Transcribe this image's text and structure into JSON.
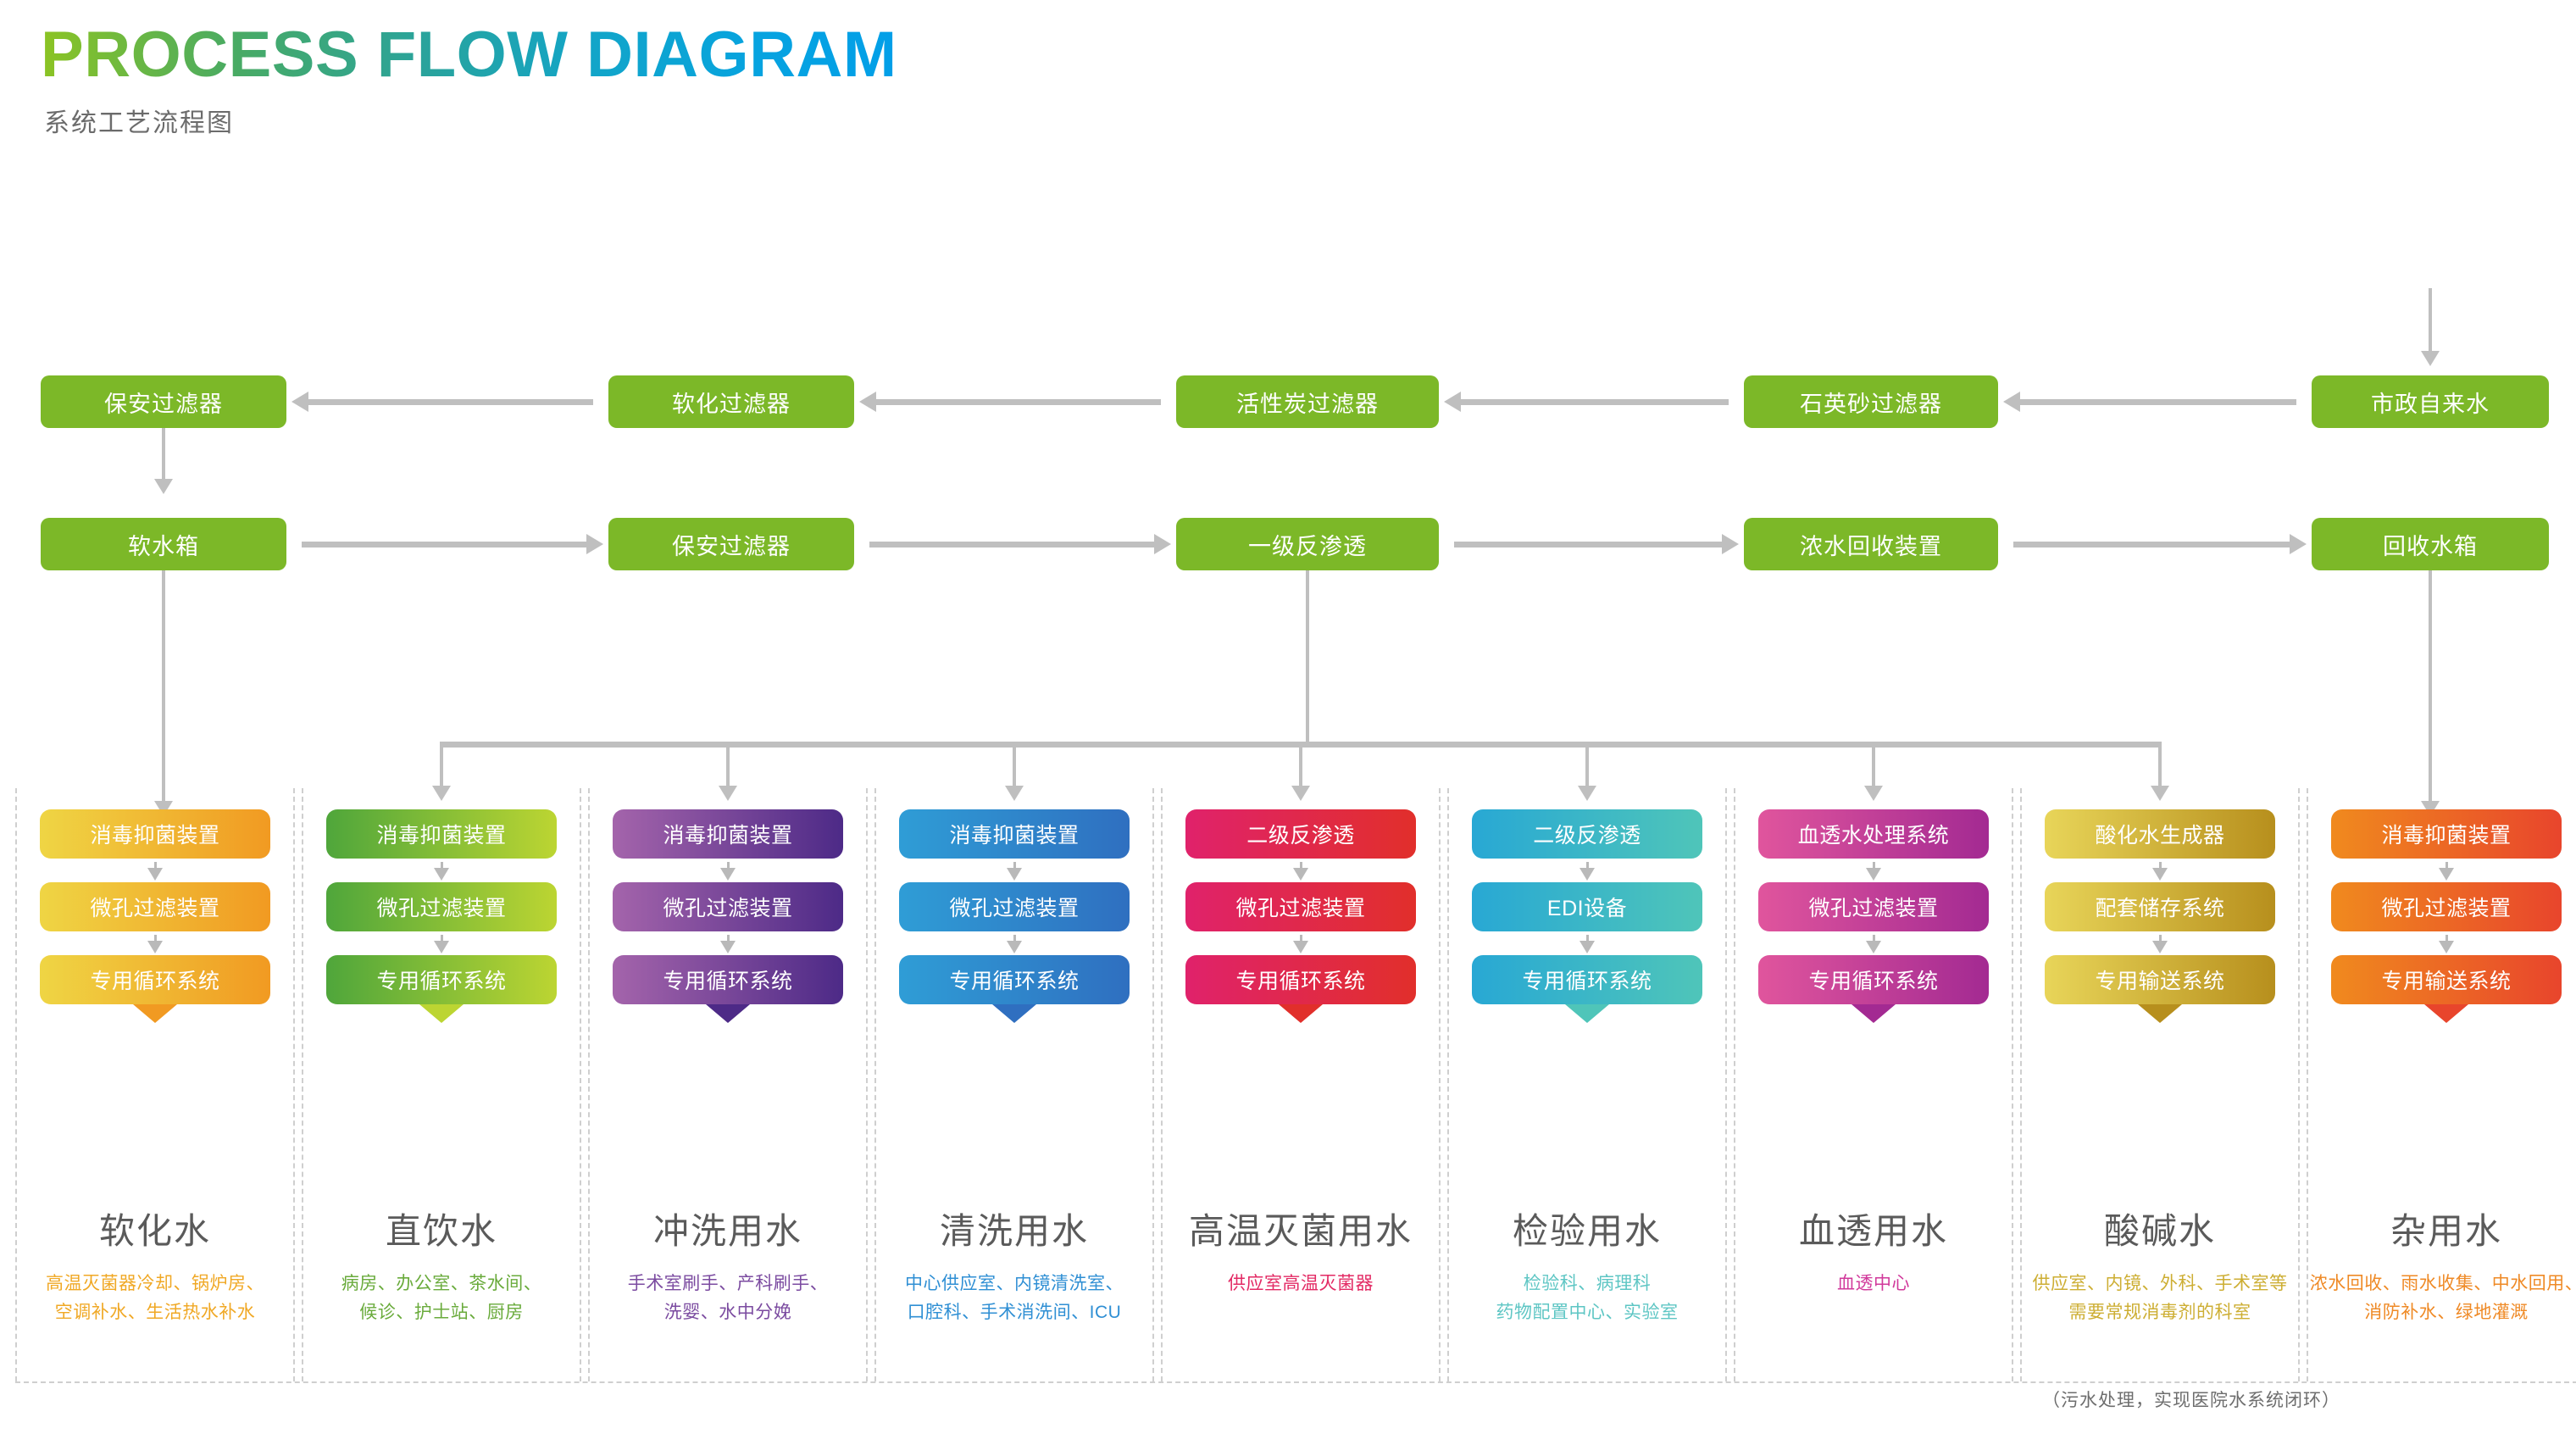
{
  "header": {
    "title": "PROCESS FLOW DIAGRAM",
    "subtitle": "系统工艺流程图"
  },
  "colors": {
    "green": "#7cb828",
    "connector": "#bfbfbf",
    "title_gradient_start": "#8cc423",
    "title_gradient_end": "#029fe8",
    "subtitle": "#6b6b6b",
    "column_title": "#5a5a5a",
    "divider": "#cfcfcf"
  },
  "row1": {
    "direction": "right-to-left",
    "boxes": [
      {
        "label": "保安过滤器"
      },
      {
        "label": "软化过滤器"
      },
      {
        "label": "活性炭过滤器"
      },
      {
        "label": "石英砂过滤器"
      },
      {
        "label": "市政自来水"
      }
    ]
  },
  "row2": {
    "direction": "left-to-right",
    "boxes": [
      {
        "label": "软水箱"
      },
      {
        "label": "保安过滤器"
      },
      {
        "label": "一级反渗透"
      },
      {
        "label": "浓水回收装置"
      },
      {
        "label": "回收水箱"
      }
    ]
  },
  "columns": [
    {
      "id": "softened-water",
      "steps": [
        "消毒抑菌装置",
        "微孔过滤装置",
        "专用循环系统"
      ],
      "title": "软化水",
      "desc": [
        "高温灭菌器冷却、锅炉房、",
        "空调补水、生活热水补水"
      ],
      "grad_from": "#efd544",
      "grad_to": "#f19a22",
      "desc_color": "#f0a825"
    },
    {
      "id": "direct-drinking-water",
      "steps": [
        "消毒抑菌装置",
        "微孔过滤装置",
        "专用循环系统"
      ],
      "title": "直饮水",
      "desc": [
        "病房、办公室、茶水间、",
        "候诊、护士站、厨房"
      ],
      "grad_from": "#4fa63b",
      "grad_to": "#bcd532",
      "desc_color": "#6aab3c"
    },
    {
      "id": "flush-water",
      "steps": [
        "消毒抑菌装置",
        "微孔过滤装置",
        "专用循环系统"
      ],
      "title": "冲洗用水",
      "desc": [
        "手术室刷手、产科刷手、",
        "洗婴、水中分娩"
      ],
      "grad_from": "#a464ab",
      "grad_to": "#4d2a87",
      "desc_color": "#7b4ba0"
    },
    {
      "id": "cleaning-water",
      "steps": [
        "消毒抑菌装置",
        "微孔过滤装置",
        "专用循环系统"
      ],
      "title": "清洗用水",
      "desc": [
        "中心供应室、内镜清洗室、",
        "口腔科、手术消洗间、ICU"
      ],
      "grad_from": "#2f9dd6",
      "grad_to": "#2f6fc0",
      "desc_color": "#2f8fd4"
    },
    {
      "id": "high-temp-sterilization-water",
      "steps": [
        "二级反渗透",
        "微孔过滤装置",
        "专用循环系统"
      ],
      "title": "高温灭菌用水",
      "desc": [
        "供应室高温灭菌器"
      ],
      "grad_from": "#e0226b",
      "grad_to": "#e12f2b",
      "desc_color": "#e32a64"
    },
    {
      "id": "laboratory-water",
      "steps": [
        "二级反渗透",
        "EDI设备",
        "专用循环系统"
      ],
      "title": "检验用水",
      "desc": [
        "检验科、病理科",
        "药物配置中心、实验室"
      ],
      "grad_from": "#28a8d4",
      "grad_to": "#4fc5b9",
      "desc_color": "#5ec6c4"
    },
    {
      "id": "hemodialysis-water",
      "steps": [
        "血透水处理系统",
        "微孔过滤装置",
        "专用循环系统"
      ],
      "title": "血透用水",
      "desc": [
        "血透中心"
      ],
      "grad_from": "#e0559d",
      "grad_to": "#a32a92",
      "desc_color": "#d1399b"
    },
    {
      "id": "acid-alkali-water",
      "steps": [
        "酸化水生成器",
        "配套储存系统",
        "专用输送系统"
      ],
      "title": "酸碱水",
      "desc": [
        "供应室、内镜、外科、手术室等",
        "需要常规消毒剂的科室"
      ],
      "grad_from": "#e8d559",
      "grad_to": "#b78f1d",
      "desc_color": "#cdae33"
    },
    {
      "id": "miscellaneous-water",
      "steps": [
        "消毒抑菌装置",
        "微孔过滤装置",
        "专用输送系统"
      ],
      "title": "杂用水",
      "desc": [
        "浓水回收、雨水收集、中水回用、",
        "消防补水、绿地灌溉"
      ],
      "grad_from": "#f08a1e",
      "grad_to": "#e8452c",
      "desc_color": "#ef8a26"
    }
  ],
  "footnote": "（污水处理，实现医院水系统闭环）"
}
